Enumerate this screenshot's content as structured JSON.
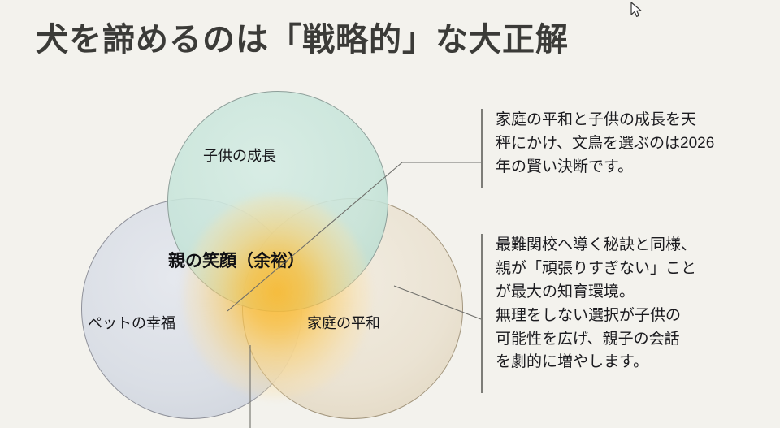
{
  "slide": {
    "title": "犬を諦めるのは「戦略的」な大正解",
    "background_color": "#f3f2ed",
    "title_color": "#3b3b38"
  },
  "venn": {
    "center_label": "親の笑顔（余裕）",
    "circles": [
      {
        "label": "子供の成長",
        "position": "top",
        "color": "#c6e4d9"
      },
      {
        "label": "ペットの幸福",
        "position": "left",
        "color": "#d6dbe4"
      },
      {
        "label": "家庭の平和",
        "position": "right",
        "color": "#e9e0ce"
      }
    ],
    "center_glow_color": "#fab82e"
  },
  "callouts": [
    {
      "text": "家庭の平和と子供の成長を天\n秤にかけ、文鳥を選ぶのは2026\n年の賢い決断です。",
      "bar_color": "#7d7d78"
    },
    {
      "text": "最難関校へ導く秘訣と同様、\n親が「頑張りすぎない」こと\nが最大の知育環境。\n無理をしない選択が子供の\n可能性を広げ、親子の会話\nを劇的に増やします。",
      "bar_color": "#7d7d78"
    }
  ],
  "footer": {
    "watermark": ""
  }
}
